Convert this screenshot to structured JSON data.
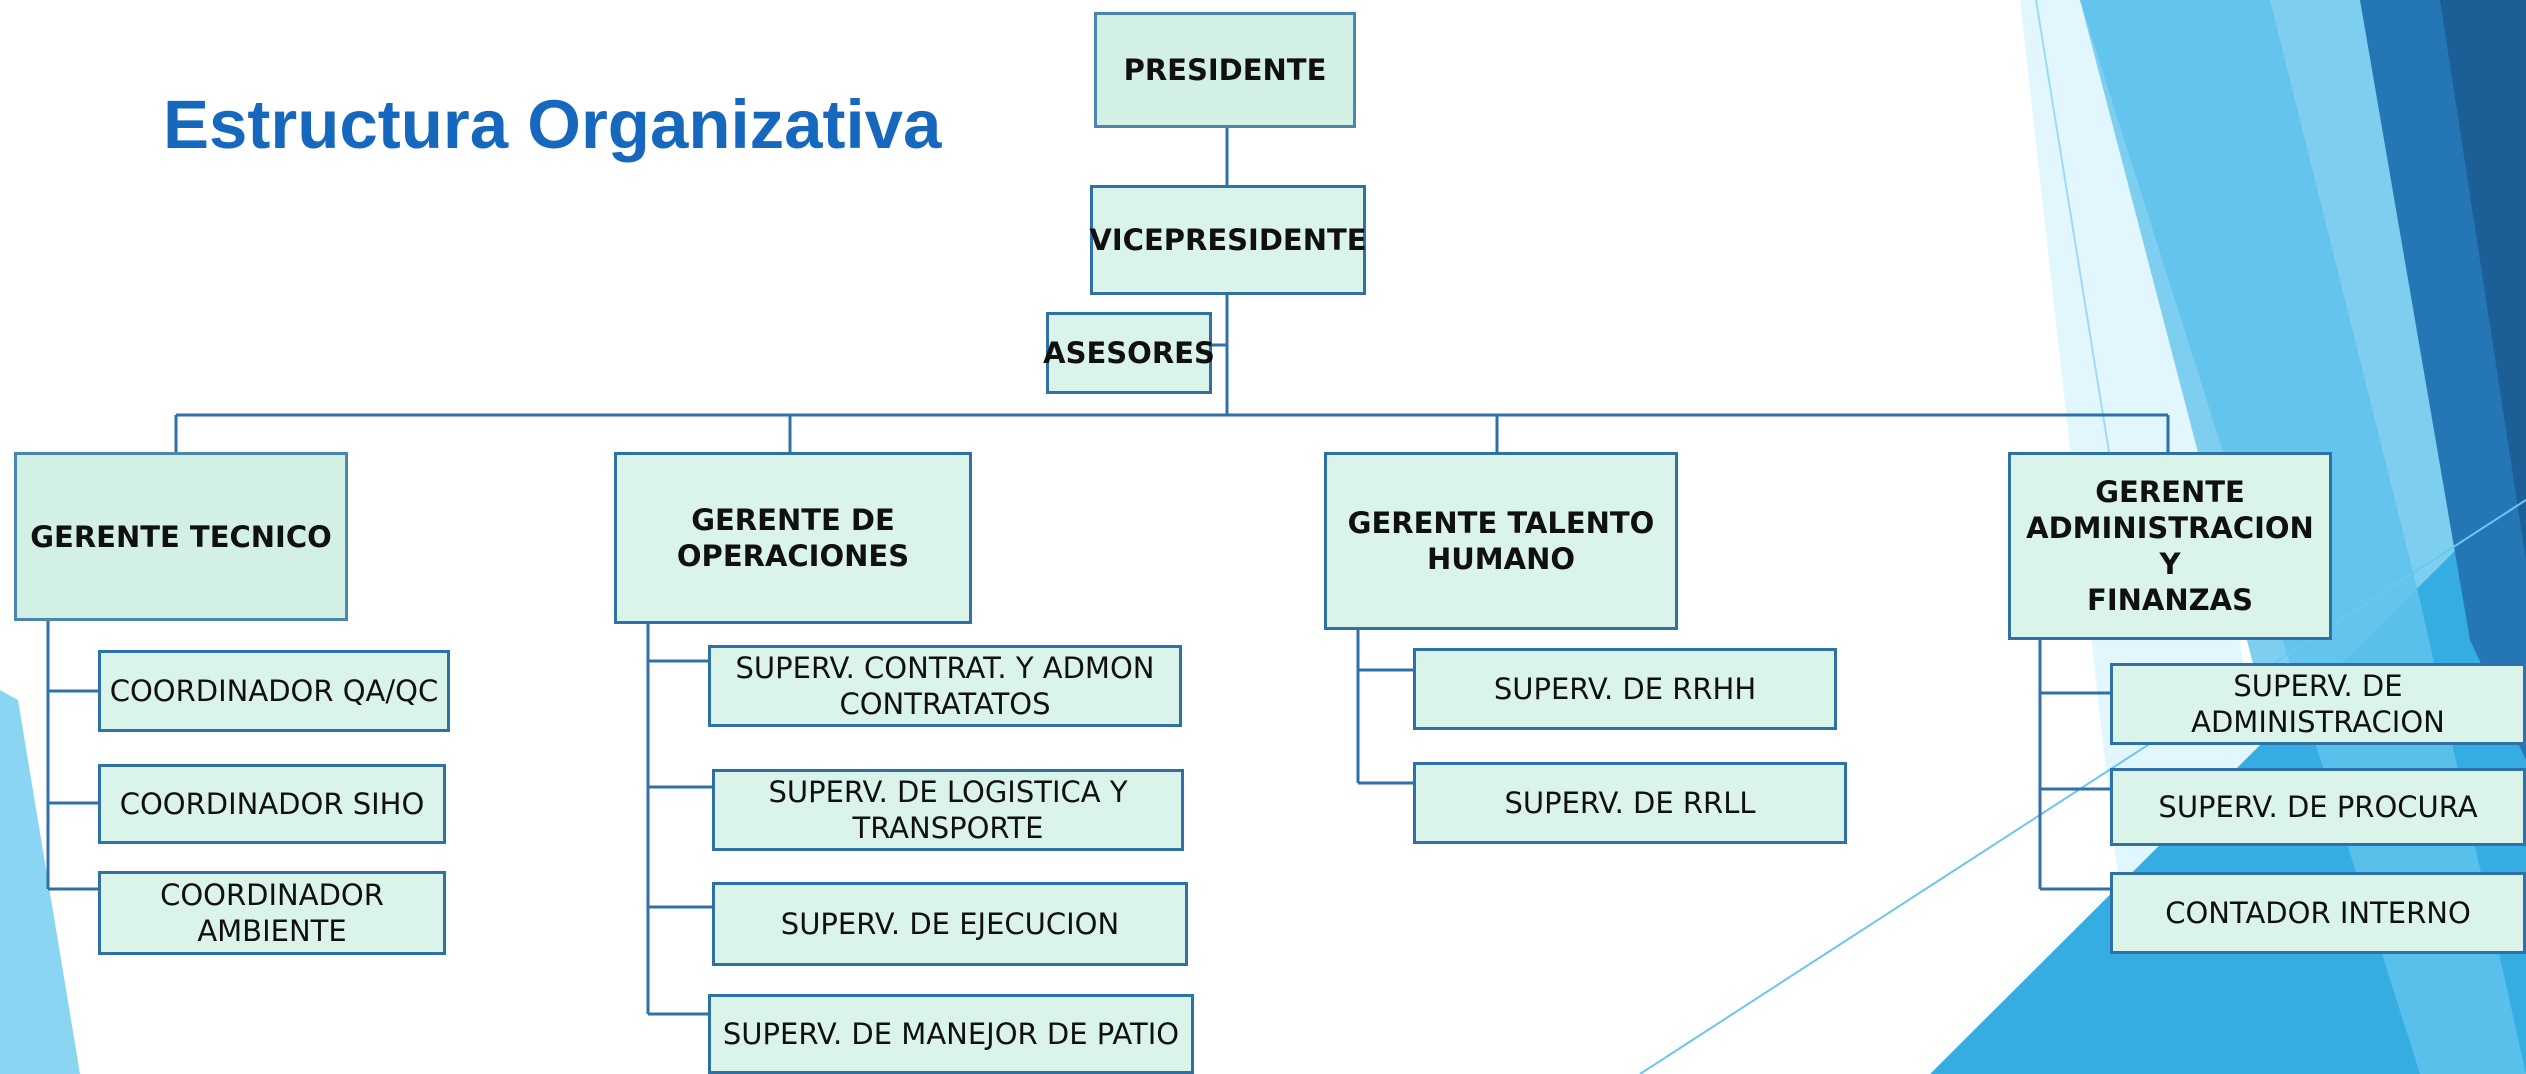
{
  "slide": {
    "title": "Estructura Organizativa"
  },
  "colors": {
    "title": "#1668BE",
    "box_fill": "#DAF4EA",
    "box_border": "#2F71A6",
    "connector": "#2F71A6",
    "accent_light": "#7FD0EF",
    "accent_mid": "#29A8E0",
    "accent_dark": "#1D6FA8"
  },
  "org": {
    "president": "PRESIDENTE",
    "vicepresident": "VICEPRESIDENTE",
    "advisors": "ASESORES",
    "managers": [
      {
        "label": "GERENTE TECNICO",
        "reports": [
          "COORDINADOR QA/QC",
          "COORDINADOR SIHO",
          "COORDINADOR\nAMBIENTE"
        ]
      },
      {
        "label": "GERENTE DE\nOPERACIONES",
        "reports": [
          "SUPERV. CONTRAT. Y ADMON\nCONTRATATOS",
          "SUPERV. DE LOGISTICA Y\nTRANSPORTE",
          "SUPERV. DE EJECUCION",
          "SUPERV. DE MANEJOR DE PATIO"
        ]
      },
      {
        "label": "GERENTE TALENTO\nHUMANO",
        "reports": [
          "SUPERV. DE RRHH",
          "SUPERV. DE RRLL"
        ]
      },
      {
        "label": "GERENTE\nADMINISTRACION Y\nFINANZAS",
        "reports": [
          "SUPERV. DE ADMINISTRACION",
          "SUPERV. DE PROCURA",
          "CONTADOR INTERNO"
        ]
      }
    ]
  }
}
